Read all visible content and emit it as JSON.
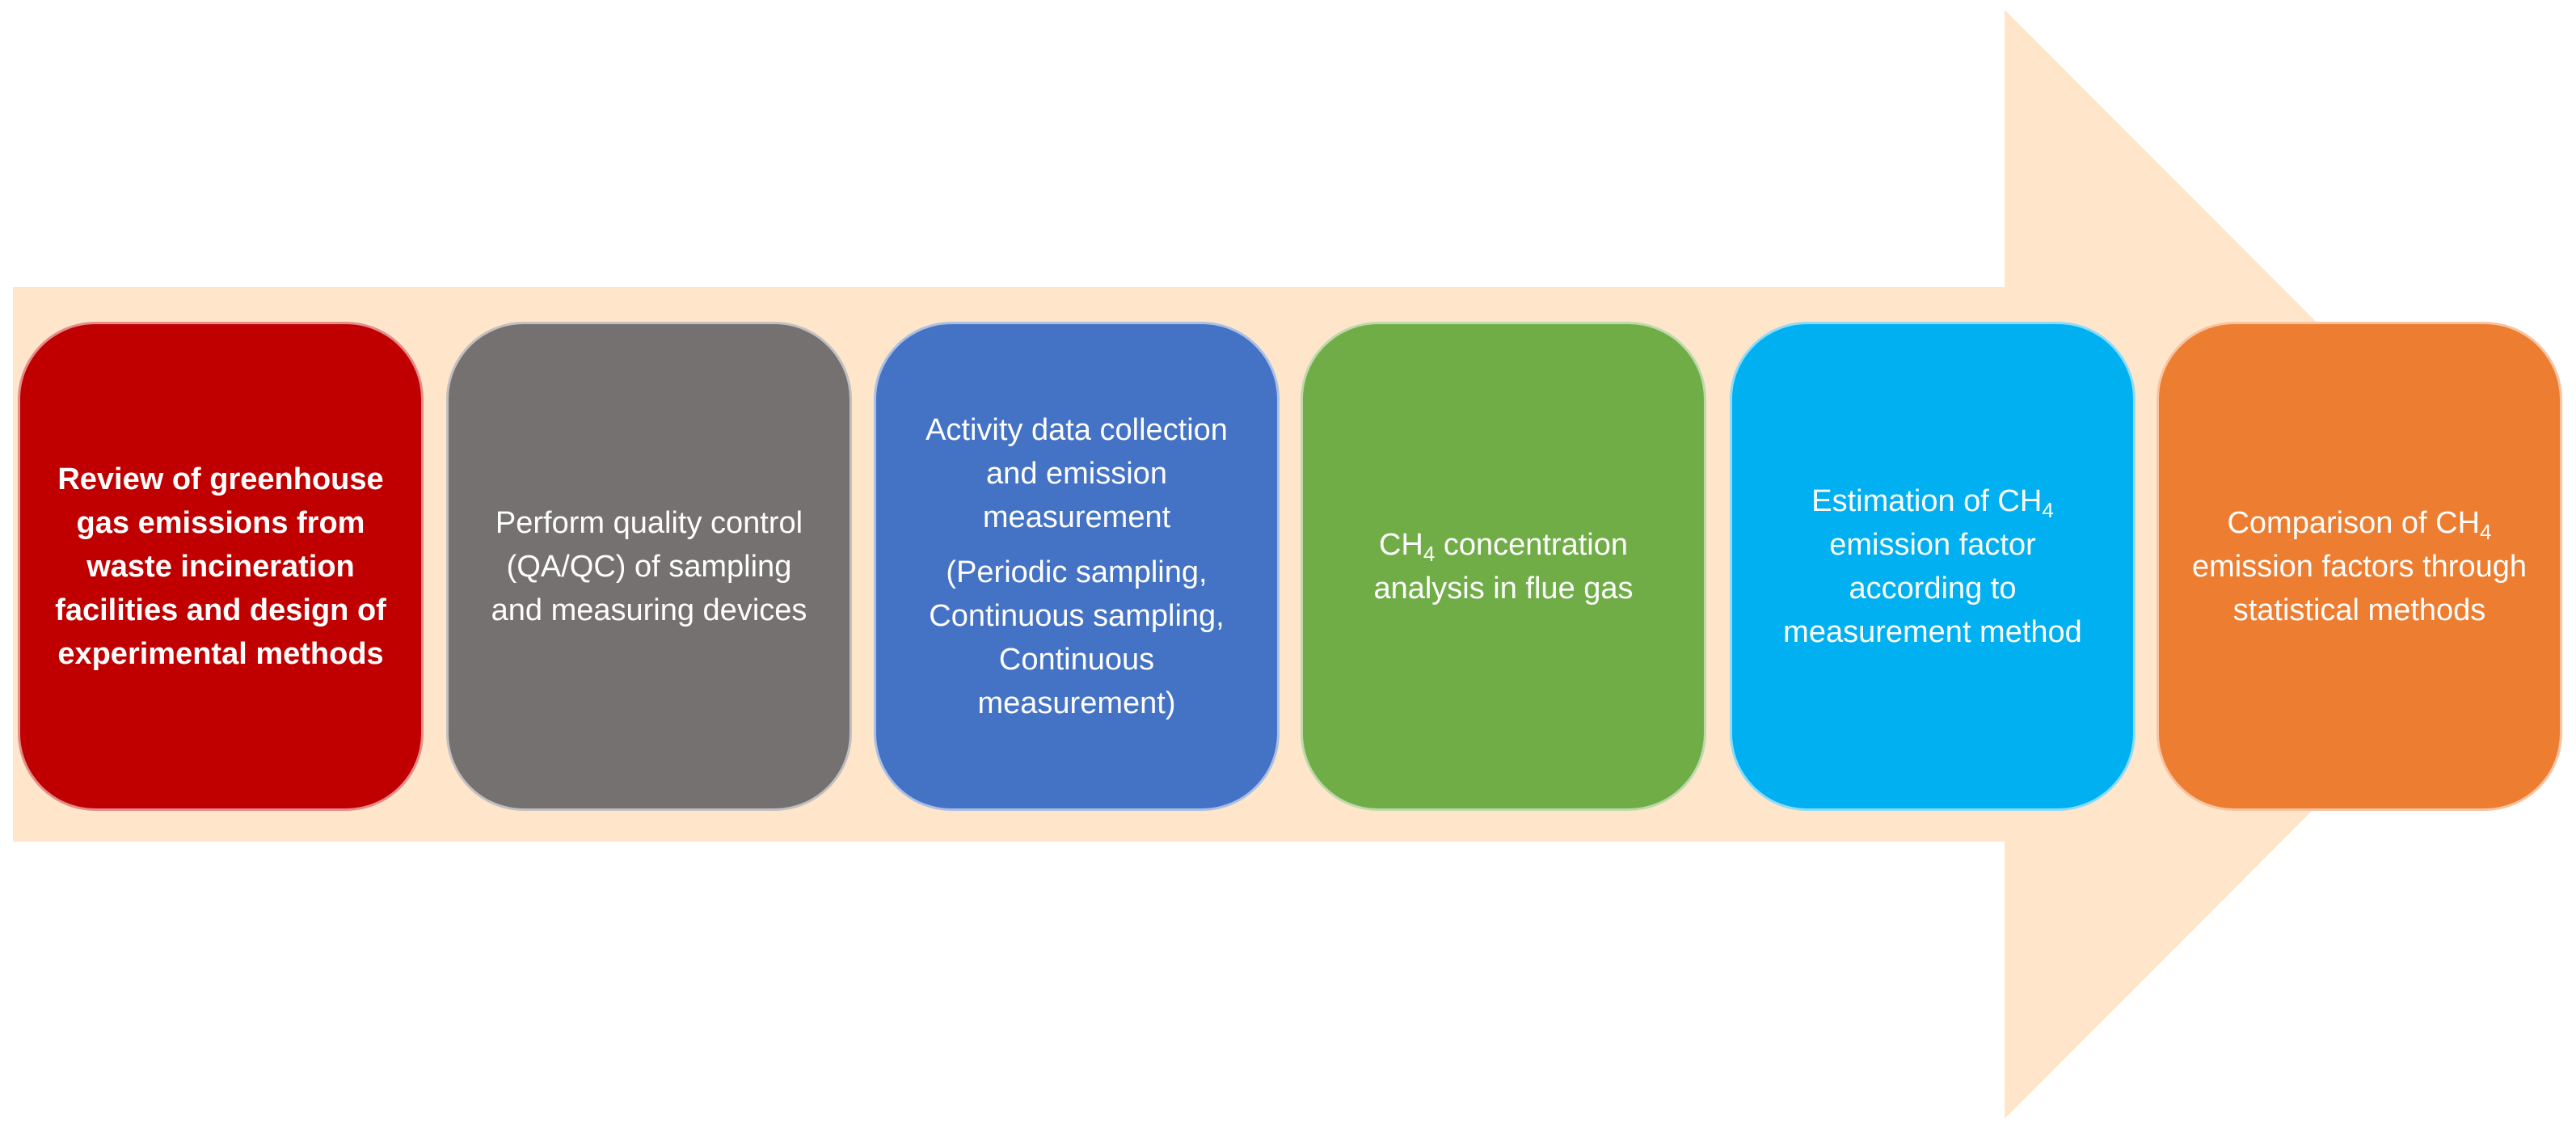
{
  "colors": {
    "arrow": "#FFE6CB",
    "step_1": "#C00000",
    "step_2": "#767171",
    "step_3": "#4472C4",
    "step_4": "#70AD47",
    "step_5": "#00B0F0",
    "step_6": "#ED7D31"
  },
  "steps": [
    {
      "text": "Review of greenhouse gas emissions from waste incineration facilities and design of experimental methods"
    },
    {
      "text": "Perform quality control (QA/QC) of sampling and measuring devices"
    },
    {
      "text": "Activity data collection and emission measurement",
      "note": "(Periodic sampling, Continuous sampling, Continuous measurement)"
    },
    {
      "text_prefix": "CH",
      "text_subscript": "4",
      "text_suffix": " concentration analysis in flue gas"
    },
    {
      "text_prefix": "Estimation of CH",
      "text_subscript": "4",
      "text_suffix": " emission factor according to measurement method"
    },
    {
      "text_prefix": "Comparison of CH",
      "text_subscript": "4",
      "text_suffix": " emission factors through statistical methods"
    }
  ]
}
